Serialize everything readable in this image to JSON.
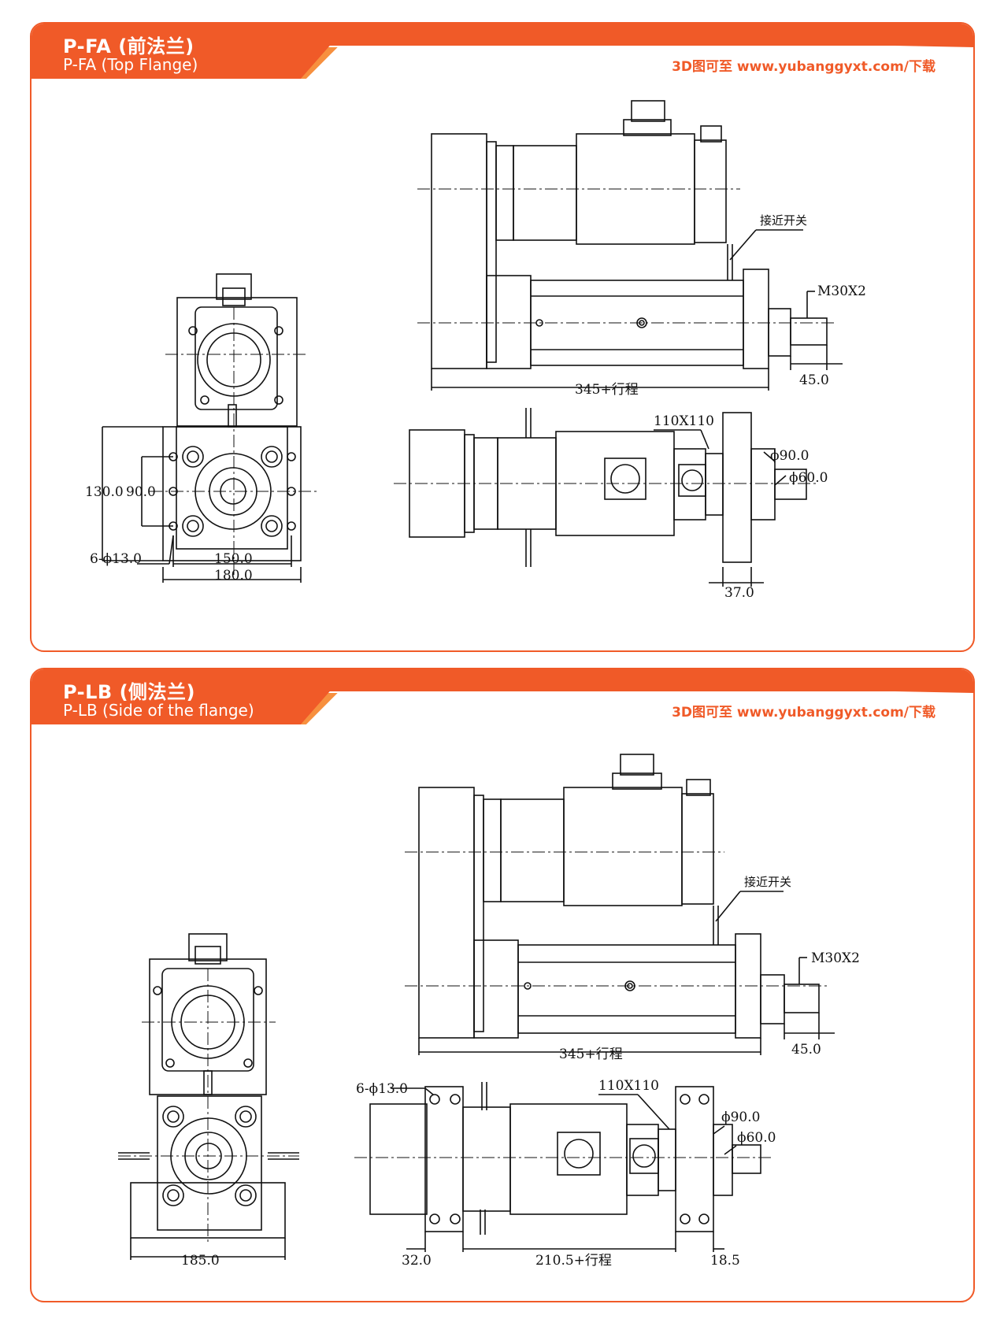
{
  "colors": {
    "accent": "#f05a28",
    "band_light": "#f7903f",
    "line": "#111111"
  },
  "sections": [
    {
      "title_cn": "P-FA (前法兰)",
      "title_en": "P-FA (Top Flange)",
      "download_note": "3D图可至 www.yubanggyxt.com/下载",
      "labels": {
        "proximity_switch": "接近开关",
        "thread": "M30X2",
        "extension": "45.0",
        "length": "345+行程",
        "motor_flange": "110X110",
        "dia_90": "ϕ90.0",
        "dia_60": "ϕ60.0",
        "rod_offset": "37.0",
        "height_130": "130.0",
        "height_90": "90.0",
        "holes": "6-ϕ13.0",
        "width_150": "150.0",
        "width_180": "180.0"
      }
    },
    {
      "title_cn": "P-LB (侧法兰)",
      "title_en": "P-LB (Side of the flange)",
      "download_note": "3D图可至 www.yubanggyxt.com/下载",
      "labels": {
        "proximity_switch": "接近开关",
        "thread": "M30X2",
        "extension": "45.0",
        "length": "345+行程",
        "motor_flange": "110X110",
        "dia_90": "ϕ90.0",
        "dia_60": "ϕ60.0",
        "holes": "6-ϕ13.0",
        "offset_32": "32.0",
        "length_210": "210.5+行程",
        "offset_18": "18.5",
        "width_185": "185.0"
      }
    }
  ]
}
